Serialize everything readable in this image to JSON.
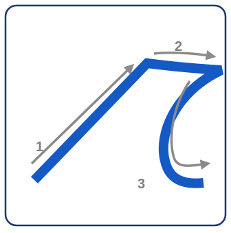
{
  "diagram": {
    "colors": {
      "frame_border": "#1f3570",
      "frame_fill": "#ffffff",
      "glyph": "#1459c4",
      "arrows": "#8a8a8a",
      "labels": "#808080"
    },
    "strokes": [
      {
        "order": "1"
      },
      {
        "order": "2"
      },
      {
        "order": "3"
      }
    ]
  }
}
